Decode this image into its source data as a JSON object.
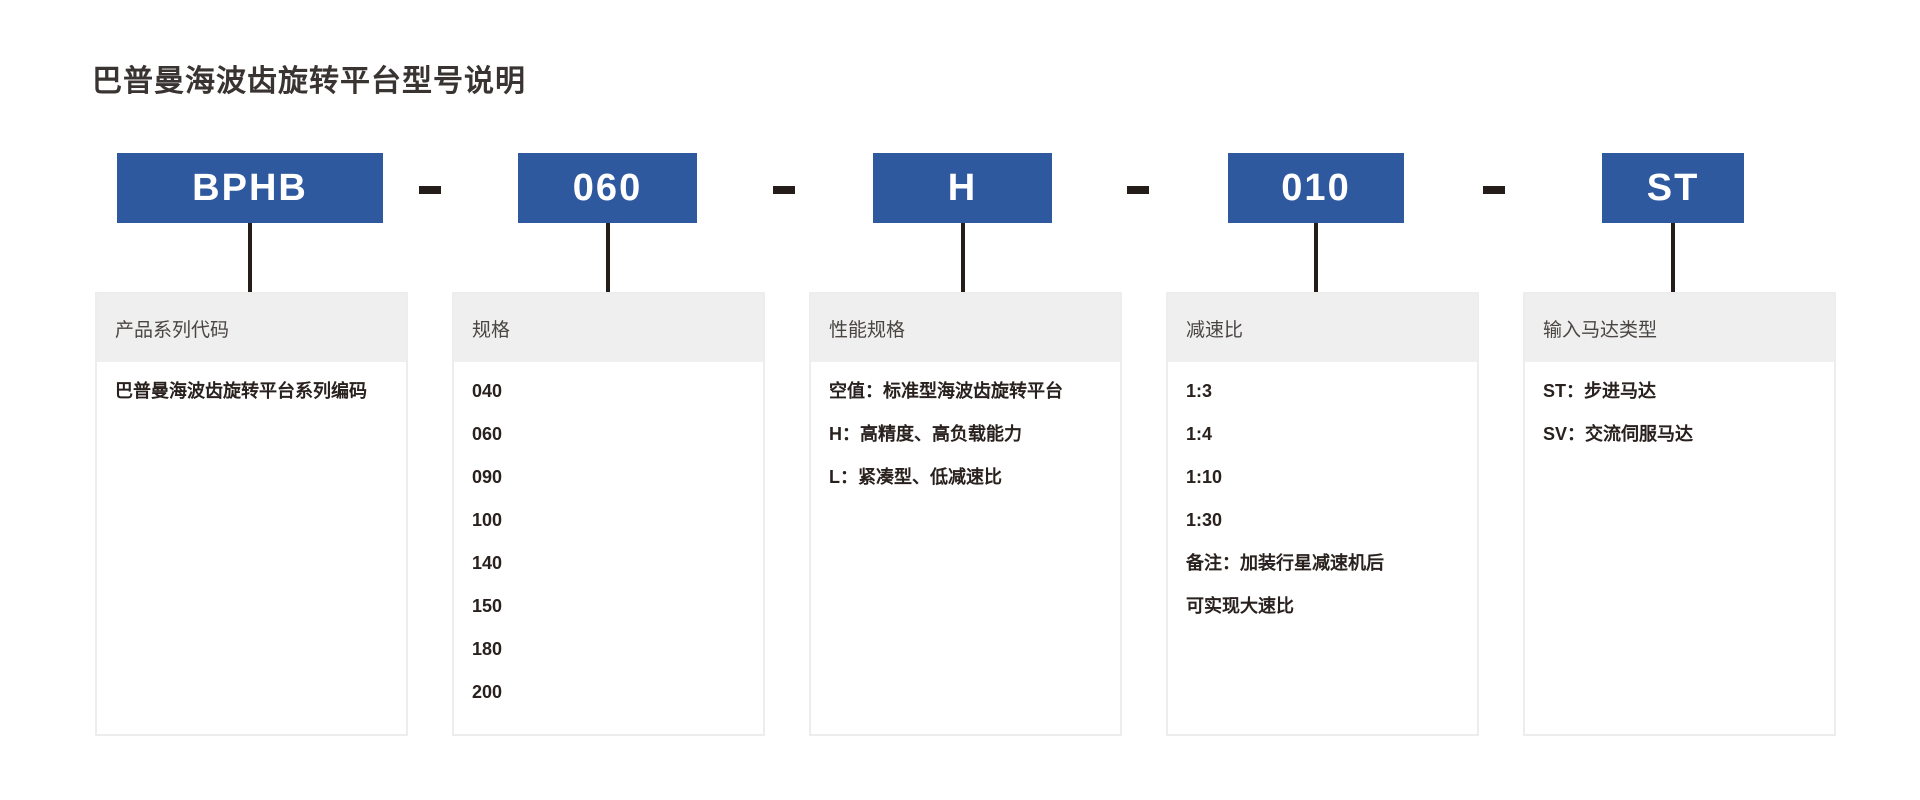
{
  "page": {
    "title": "巴普曼海波齿旋转平台型号说明"
  },
  "model_code": {
    "separator": "-",
    "segments": [
      {
        "code": "BPHB"
      },
      {
        "code": "060"
      },
      {
        "code": "H"
      },
      {
        "code": "010"
      },
      {
        "code": "ST"
      }
    ]
  },
  "cards": [
    {
      "header": "产品系列代码",
      "lines": [
        "巴普曼海波齿旋转平台系列编码"
      ]
    },
    {
      "header": "规格",
      "lines": [
        "040",
        "060",
        "090",
        "100",
        "140",
        "150",
        "180",
        "200"
      ]
    },
    {
      "header": "性能规格",
      "lines": [
        "空值：标准型海波齿旋转平台",
        "H：高精度、高负载能力",
        "L：紧凑型、低减速比"
      ]
    },
    {
      "header": "减速比",
      "lines": [
        "1:3",
        "1:4",
        "1:10",
        "1:30",
        "备注：加装行星减速机后",
        "可实现大速比"
      ]
    },
    {
      "header": "输入马达类型",
      "lines": [
        "ST：步进马达",
        "SV：交流伺服马达"
      ]
    }
  ],
  "colors": {
    "accent_blue": "#2E599F",
    "connector_dark": "#241D1A",
    "card_header_bg": "#EFEFEF",
    "card_border": "#EDEDED",
    "title_text": "#393432",
    "header_text": "#4A4542",
    "body_text": "#29211E"
  }
}
